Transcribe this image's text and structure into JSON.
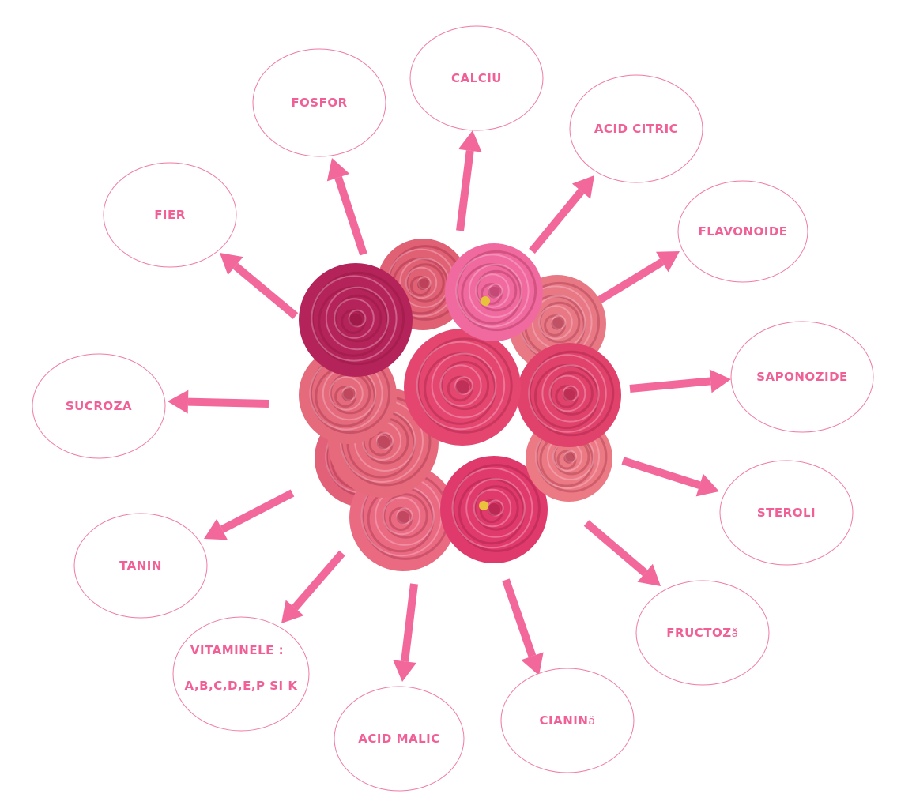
{
  "colors": {
    "accent": "#f2689a",
    "label": "#f06096",
    "outline": "#f07aa6",
    "rose_deep": "#b0184f",
    "rose_mid": "#d93a63",
    "rose_light": "#ea6a84"
  },
  "nodes": [
    {
      "label": "Calciu"
    },
    {
      "label": "Acid citric"
    },
    {
      "label": "Flavonoide"
    },
    {
      "label": "Saponozide"
    },
    {
      "label": "Steroli"
    },
    {
      "label": "Fructoz",
      "suffix": "ă"
    },
    {
      "label": "Cianin",
      "suffix": "ă"
    },
    {
      "label": "Acid Malic"
    },
    {
      "label": "Vitaminele :",
      "label2": "A,B,C,D,E,P si K"
    },
    {
      "label": "Tanin"
    },
    {
      "label": "Sucroza"
    },
    {
      "label": "Fier"
    },
    {
      "label": "Fosfor"
    }
  ]
}
